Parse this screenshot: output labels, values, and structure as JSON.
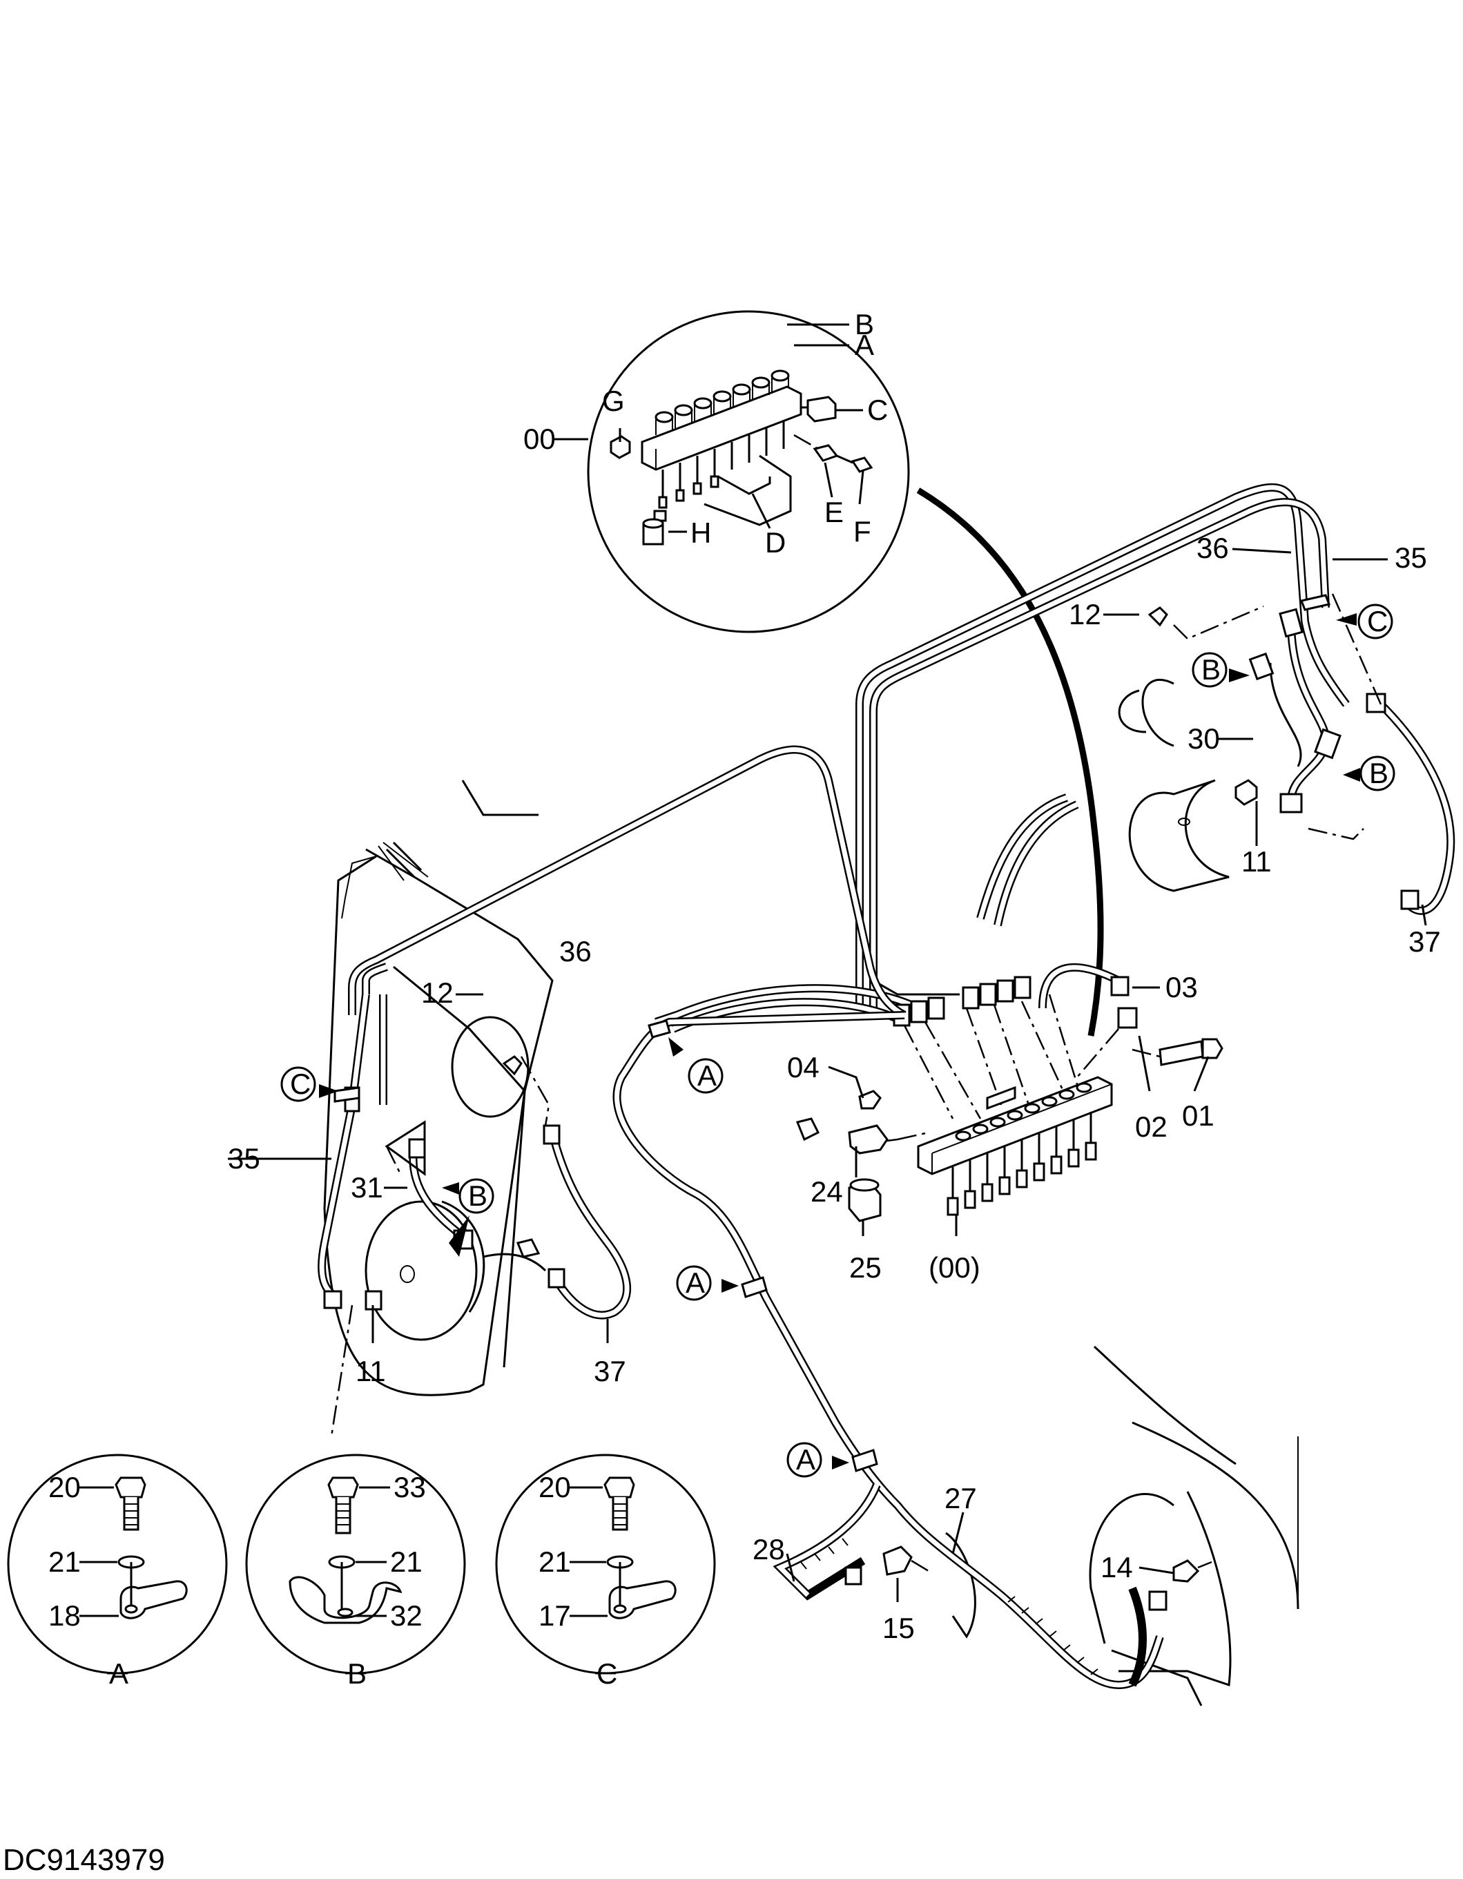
{
  "document_code": "DC9143979",
  "detail_top": {
    "labels": {
      "00": "00",
      "B": "B",
      "A": "A",
      "G": "G",
      "C": "C",
      "E": "E",
      "F": "F",
      "D": "D",
      "H": "H"
    }
  },
  "callouts": {
    "36a": "36",
    "35a": "35",
    "12a": "12",
    "30": "30",
    "11a": "11",
    "37a": "37",
    "36b": "36",
    "12b": "12",
    "35b": "35",
    "31": "31",
    "11b": "11",
    "37b": "37",
    "03": "03",
    "04": "04",
    "01": "01",
    "02": "02",
    "24": "24",
    "25": "25",
    "00": "(00)",
    "27": "27",
    "28": "28",
    "14": "14",
    "15": "15"
  },
  "clamp_markers": {
    "C_right": "C",
    "B_right1": "B",
    "B_right2": "B",
    "C_left": "C",
    "B_left": "B",
    "A1": "A",
    "A2": "A",
    "A3": "A"
  },
  "details_bottom": [
    {
      "caption": "A",
      "bolt": "20",
      "washer": "21",
      "clamp": "18"
    },
    {
      "caption": "B",
      "bolt": "33",
      "washer": "21",
      "clamp": "32"
    },
    {
      "caption": "C",
      "bolt": "20",
      "washer": "21",
      "clamp": "17"
    }
  ]
}
